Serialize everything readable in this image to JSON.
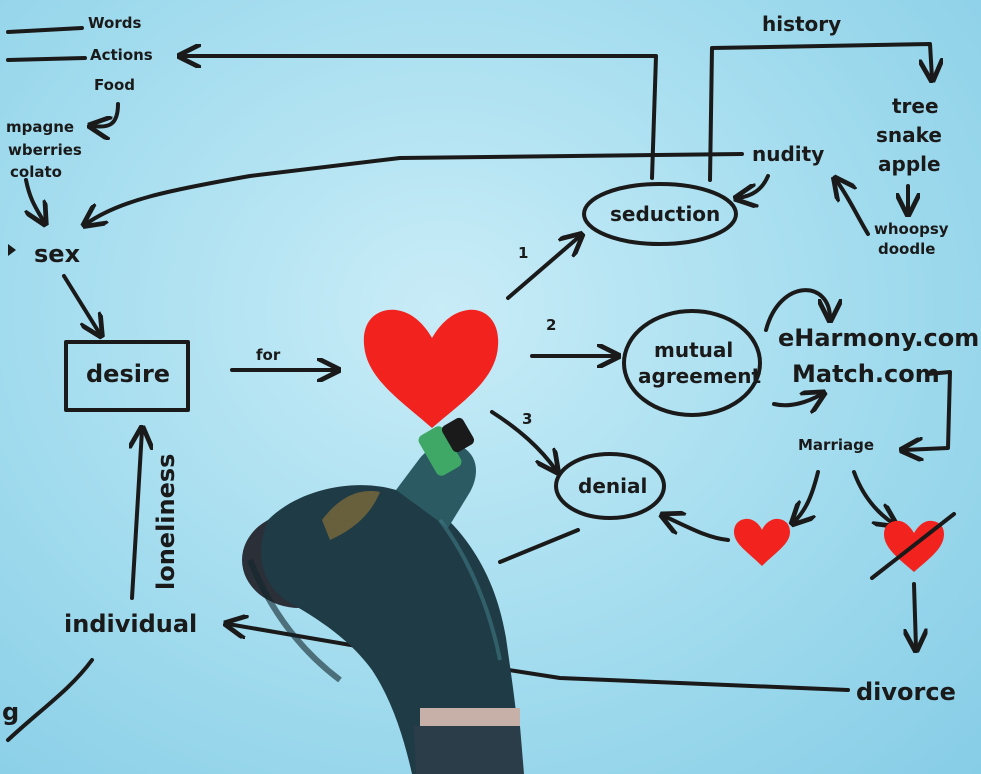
{
  "diagram": {
    "labels": {
      "words": "Words",
      "actions": "Actions",
      "food": "Food",
      "champagne": "mpagne",
      "strawberries": "wberries",
      "chocolate": "colato",
      "history": "history",
      "tree": "tree",
      "snake": "snake",
      "apple": "apple",
      "nudity": "nudity",
      "whoopsy": "whoopsy",
      "doodle": "doodle",
      "seduction": "seduction",
      "sex": "sex",
      "desire": "desire",
      "for": "for",
      "path1": "1",
      "path2": "2",
      "path3": "3",
      "mutual": "mutual",
      "agreement": "agreement",
      "eharmony": "eHarmony.com",
      "match": "Match.com",
      "marriage": "Marriage",
      "denial": "denial",
      "loneliness": "loneliness",
      "individual": "individual",
      "divorce": "divorce",
      "edge_g": "g"
    }
  },
  "colors": {
    "background": "#a9dff0",
    "ink": "#1a1a1a",
    "heart": "#f2231f"
  }
}
